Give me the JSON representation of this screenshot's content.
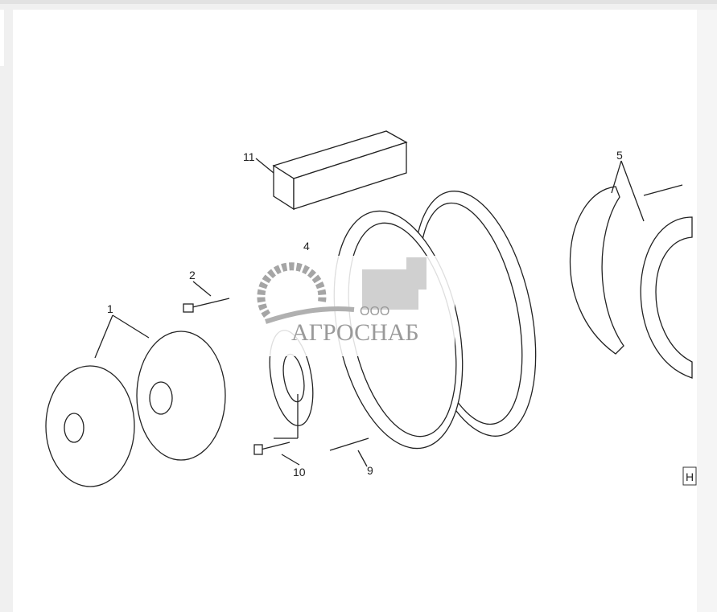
{
  "diagram": {
    "callouts": [
      "1",
      "2",
      "4",
      "5",
      "9",
      "10",
      "11"
    ],
    "view_marker": "H",
    "watermark": {
      "prefix": "ООО",
      "name": "АГРОСНАБ"
    }
  }
}
